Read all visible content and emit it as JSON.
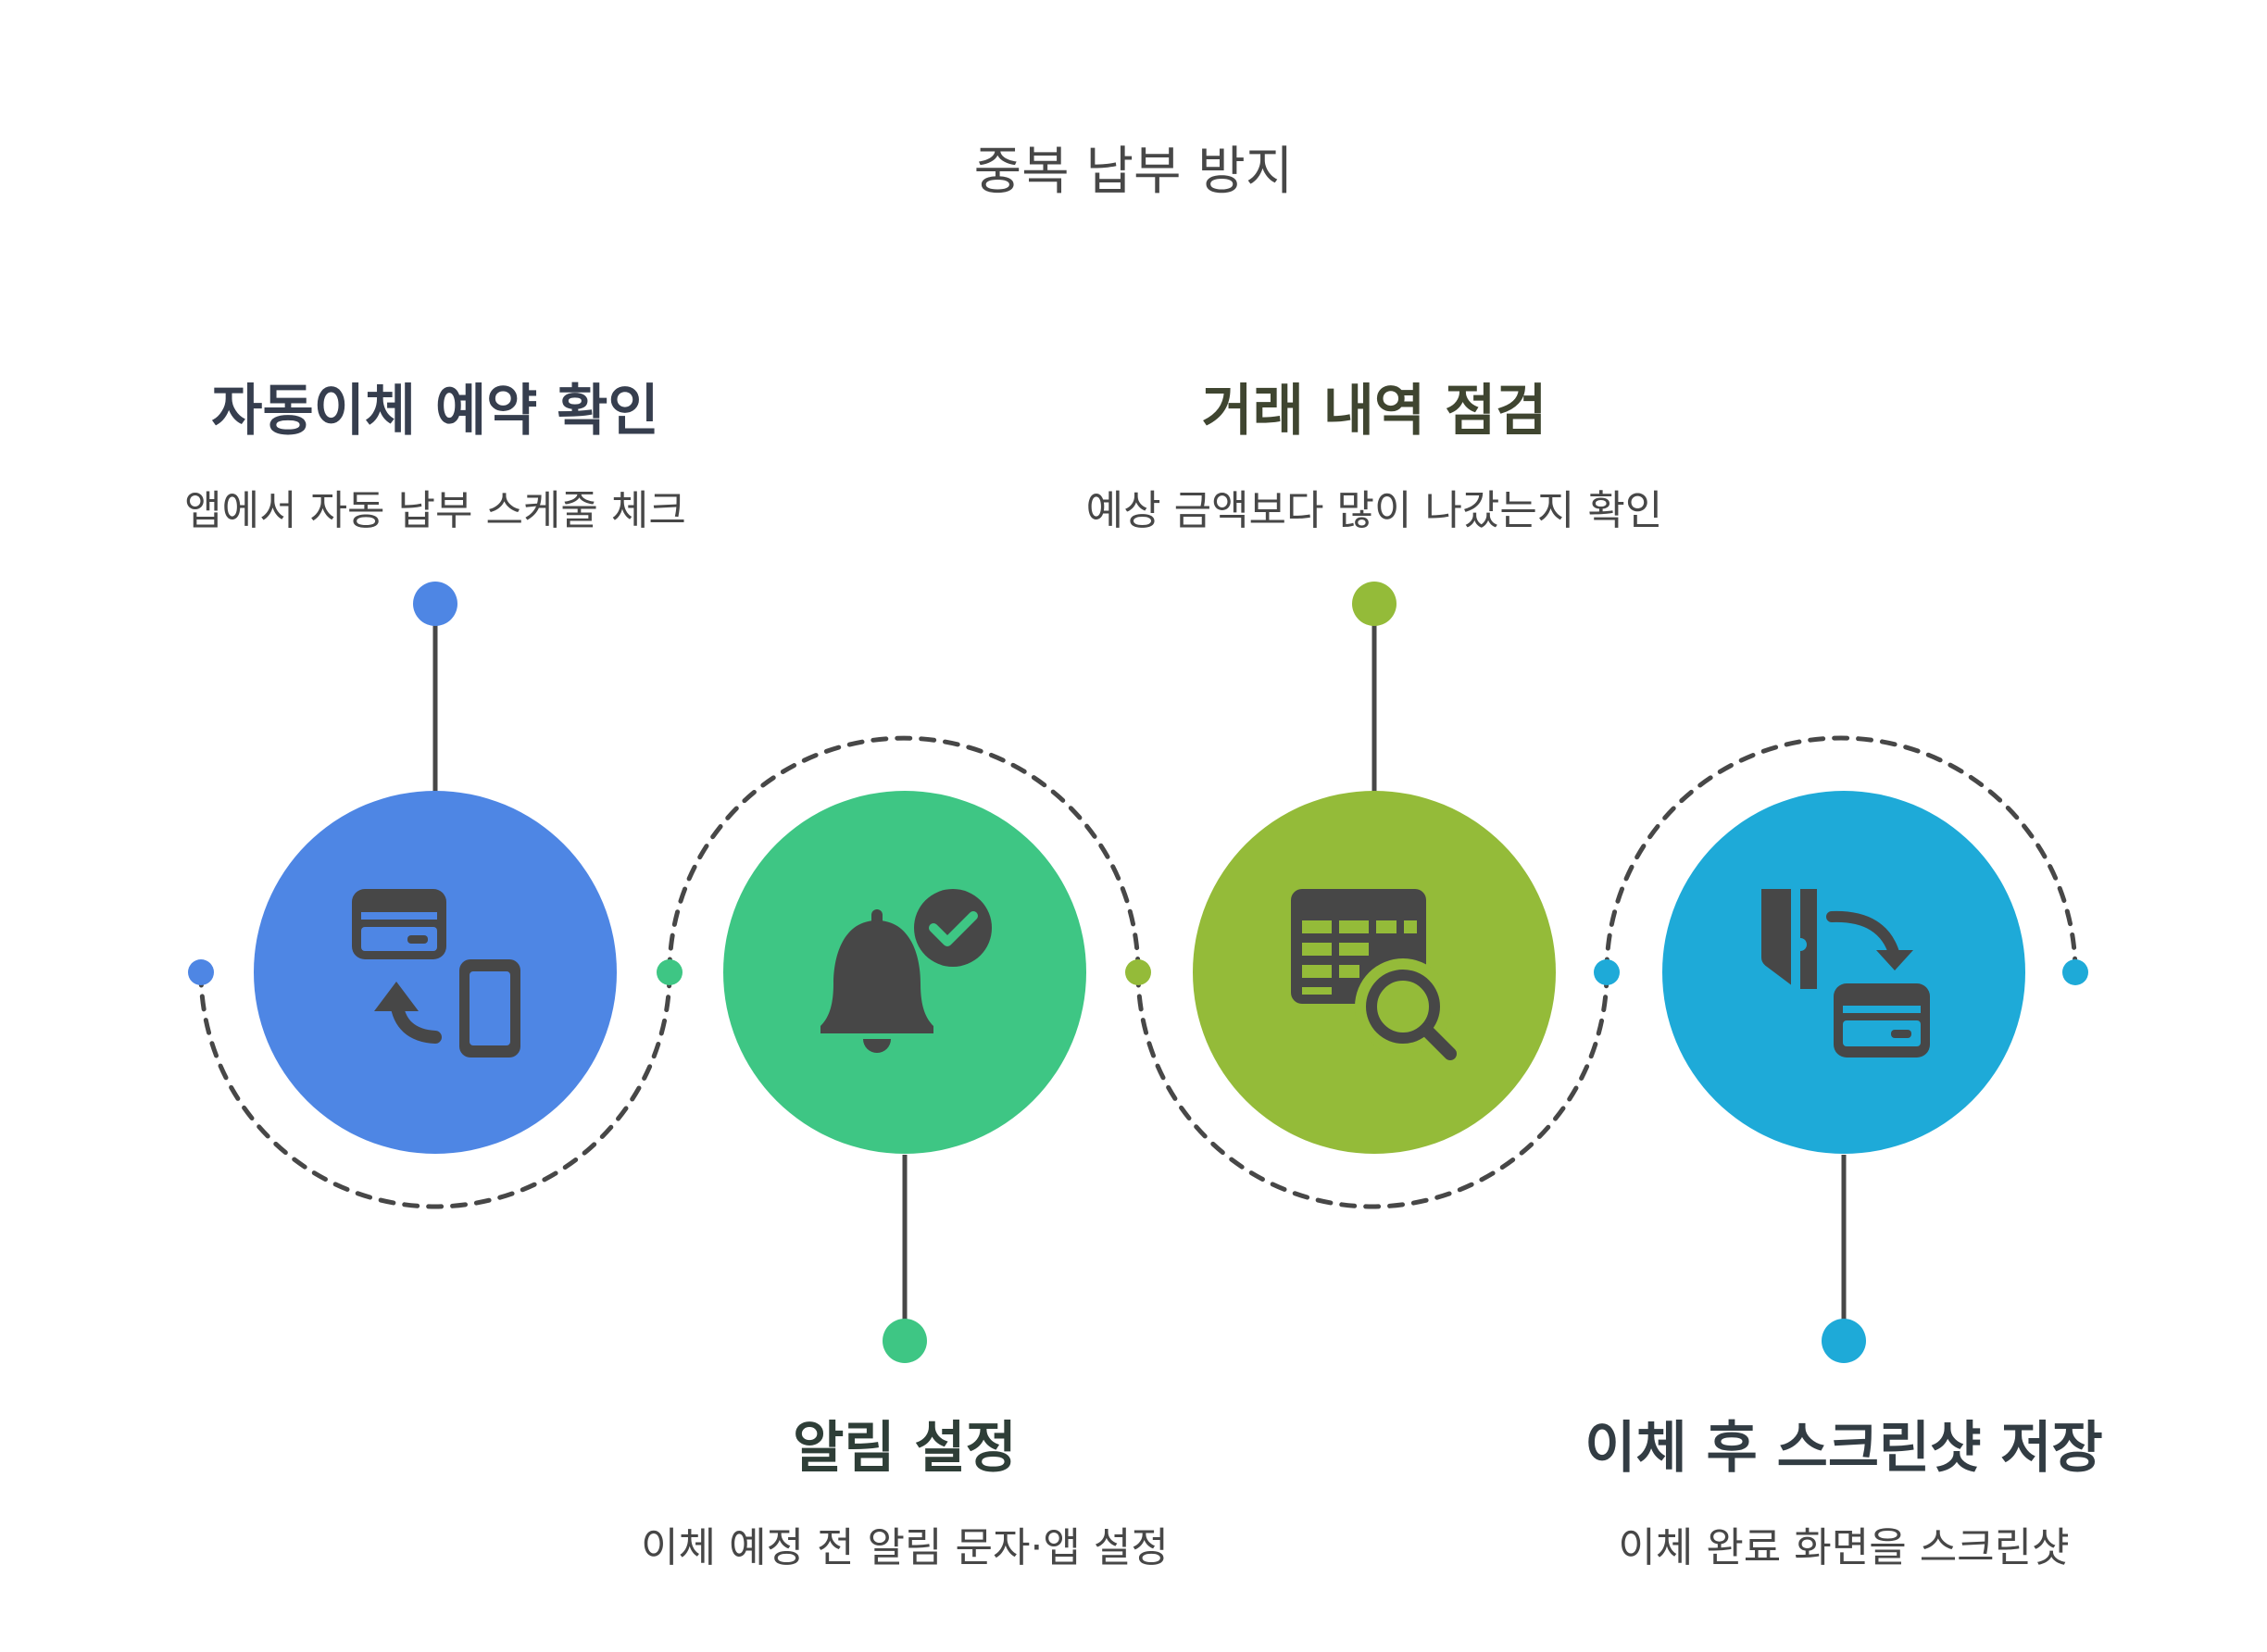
{
  "title": "중복 납부 방지",
  "steps": [
    {
      "title": "자동이체 예약 확인",
      "description": "앱에서 자동 납부 스케줄 체크",
      "color": "#4e86e4",
      "title_color": "#363e4e",
      "icon": "card-to-phone-icon"
    },
    {
      "title": "알림 설정",
      "description": "이체 예정 전 알림 문자·앱 설정",
      "color": "#3ec684",
      "title_color": "#2e3e37",
      "icon": "bell-check-icon"
    },
    {
      "title": "거래 내역 점검",
      "description": "예상 금액보다 많이 나갔는지 확인",
      "color": "#94bb39",
      "title_color": "#3f4530",
      "icon": "table-search-icon"
    },
    {
      "title": "이체 후 스크린샷 저장",
      "description": "이체 완료 화면을 스크린샷",
      "color": "#1eaad8",
      "title_color": "#323c43",
      "icon": "wallet-to-card-icon"
    }
  ],
  "colors": {
    "icon": "#474747",
    "connector": "#474747"
  }
}
